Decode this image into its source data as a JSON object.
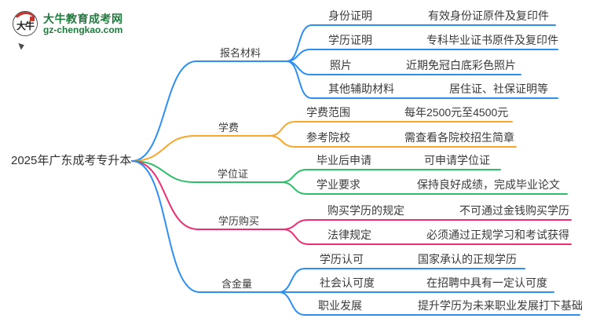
{
  "logo": {
    "icon_text": "大牛",
    "title": "大牛教育成考网",
    "subtitle": "gz-chengkao.com"
  },
  "root": {
    "label": "2025年广东成考专升本"
  },
  "colors": {
    "blue": "#2E8FF2",
    "orange": "#F9A62B",
    "green": "#2FBE68",
    "pink": "#EF2D73",
    "logo_green": "#1E7B3C",
    "text": "#3A3A3A"
  },
  "branches": [
    {
      "label": "报名材料",
      "color": "blue",
      "children": [
        {
          "label": "身份证明",
          "value": "有效身份证原件及复印件"
        },
        {
          "label": "学历证明",
          "value": "专科毕业证书原件及复印件"
        },
        {
          "label": "照片",
          "value": "近期免冠白底彩色照片"
        },
        {
          "label": "其他辅助材料",
          "value": "居住证、社保证明等"
        }
      ]
    },
    {
      "label": "学费",
      "color": "orange",
      "children": [
        {
          "label": "学费范围",
          "value": "每年2500元至4500元"
        },
        {
          "label": "参考院校",
          "value": "需查看各院校招生简章"
        }
      ]
    },
    {
      "label": "学位证",
      "color": "green",
      "children": [
        {
          "label": "毕业后申请",
          "value": "可申请学位证"
        },
        {
          "label": "学业要求",
          "value": "保持良好成绩，完成毕业论文"
        }
      ]
    },
    {
      "label": "学历购买",
      "color": "pink",
      "children": [
        {
          "label": "购买学历的规定",
          "value": "不可通过金钱购买学历"
        },
        {
          "label": "法律规定",
          "value": "必须通过正规学习和考试获得"
        }
      ]
    },
    {
      "label": "含金量",
      "color": "blue",
      "children": [
        {
          "label": "学历认可",
          "value": "国家承认的正规学历"
        },
        {
          "label": "社会认可度",
          "value": "在招聘中具有一定认可度"
        },
        {
          "label": "职业发展",
          "value": "提升学历为未来职业发展打下基础"
        }
      ]
    }
  ]
}
